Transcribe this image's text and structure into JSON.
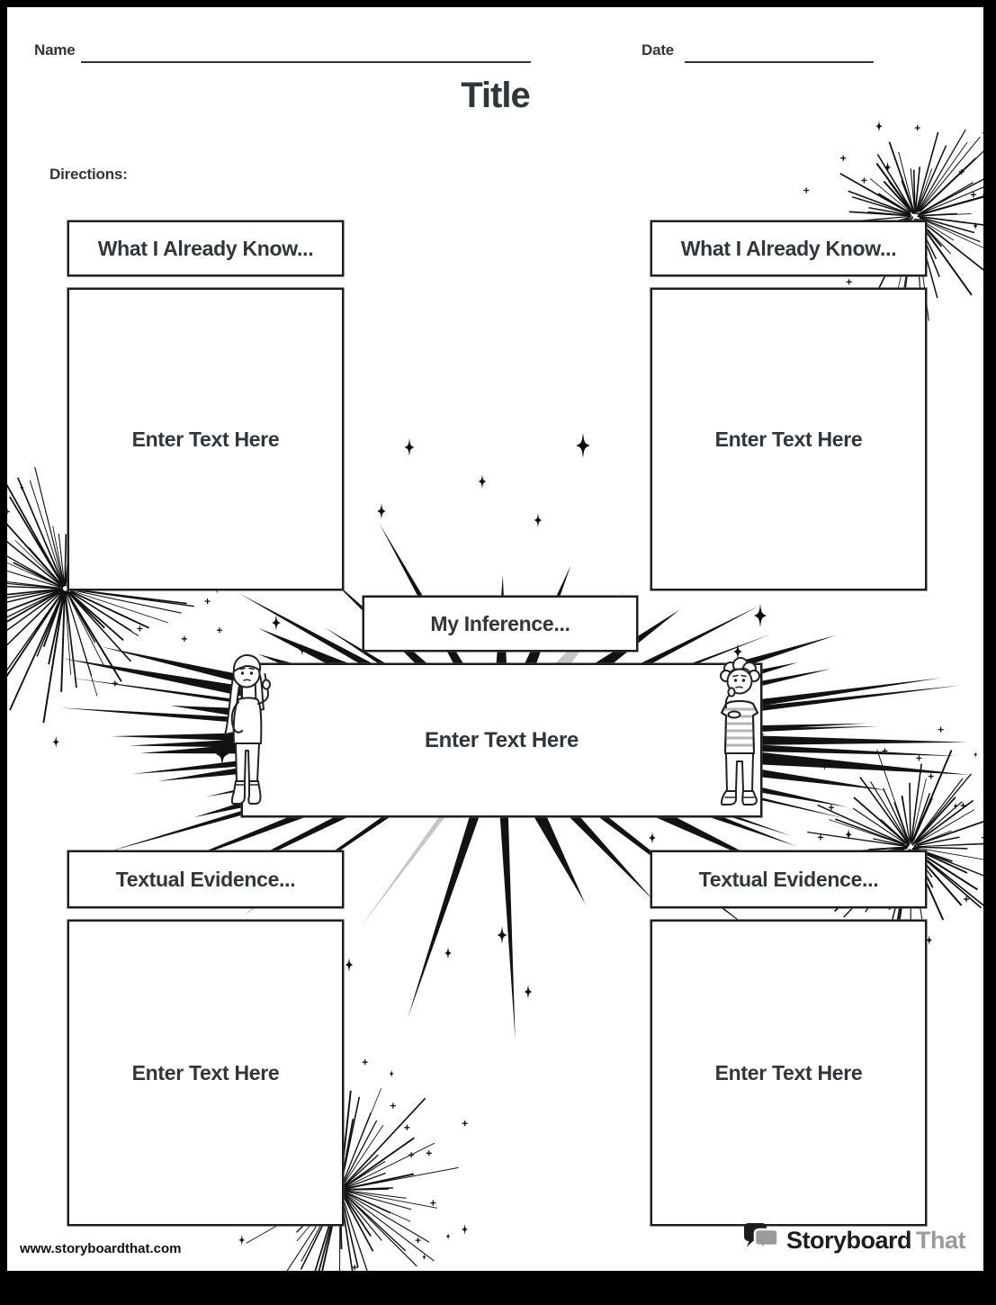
{
  "page_header": {
    "name_label": "Name",
    "date_label": "Date",
    "title": "Title",
    "directions_label": "Directions:"
  },
  "boxes": {
    "know_left": {
      "header": "What I Already Know...",
      "text": "Enter Text Here"
    },
    "know_right": {
      "header": "What I Already Know...",
      "text": "Enter Text Here"
    },
    "inference": {
      "header": "My Inference...",
      "text": "Enter Text Here"
    },
    "evidence_left": {
      "header": "Textual Evidence...",
      "text": "Enter Text Here"
    },
    "evidence_right": {
      "header": "Textual Evidence...",
      "text": "Enter Text Here"
    }
  },
  "footer": {
    "website_url": "www.storyboardthat.com",
    "logo_text_black": "Storyboard",
    "logo_text_gray": "That"
  },
  "colors": {
    "ink": "#2f363c",
    "line_art": "#1e1e1e",
    "logo_gray": "#9b9b9b",
    "paper": "#ffffff",
    "frame": "#000000"
  },
  "icons": {
    "logo": "speech-bubbles-logo-icon",
    "decorations": [
      "starburst-icon",
      "firework-icon",
      "sparkle-icon"
    ]
  }
}
